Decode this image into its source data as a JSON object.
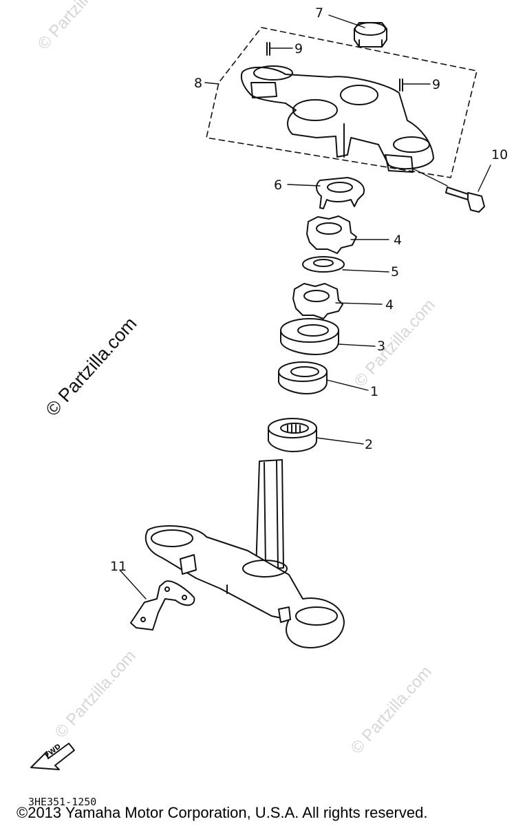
{
  "watermarks": {
    "main": "© Partzilla.com",
    "faint": "© Partzilla.com"
  },
  "callouts": {
    "c1": "1",
    "c2": "2",
    "c3": "3",
    "c4a": "4",
    "c4b": "4",
    "c5": "5",
    "c6": "6",
    "c7": "7",
    "c8": "8",
    "c9a": "9",
    "c9b": "9",
    "c10": "10",
    "c11": "11"
  },
  "fwd_label": "FWD",
  "diagram_code": "3HE351-1250",
  "copyright": "©2013 Yamaha Motor Corporation, U.S.A. All rights reserved."
}
